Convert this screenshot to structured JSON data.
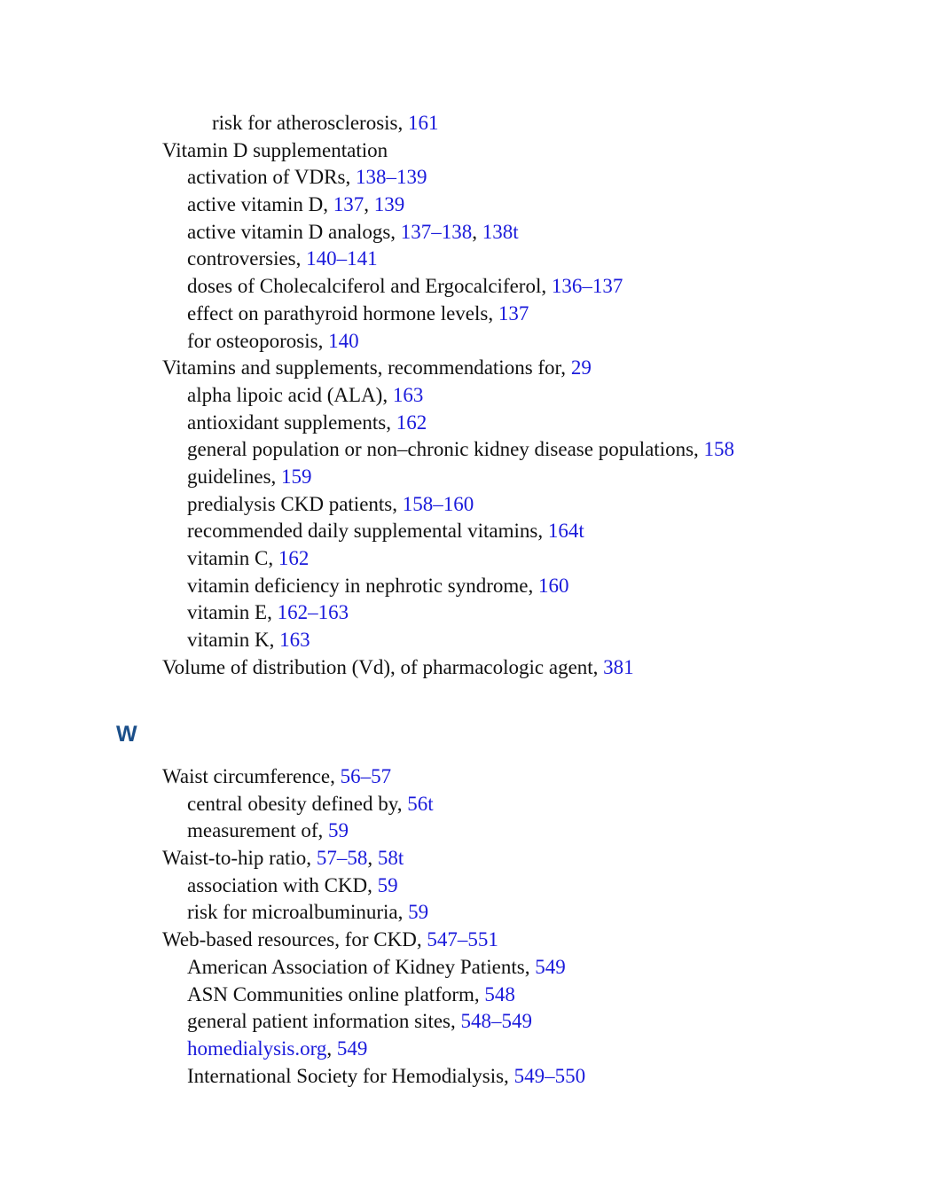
{
  "colors": {
    "link": "#1a1adb",
    "heading": "#1b4f8a",
    "text": "#111111"
  },
  "top_entries": [
    {
      "level": 3,
      "term": "risk for atherosclerosis, ",
      "refs": [
        "161"
      ]
    },
    {
      "level": 1,
      "term": "Vitamin D supplementation",
      "refs": []
    },
    {
      "level": 2,
      "term": "activation of VDRs, ",
      "refs": [
        "138–139"
      ]
    },
    {
      "level": 2,
      "term": "active vitamin D, ",
      "refs": [
        "137",
        "139"
      ]
    },
    {
      "level": 2,
      "term": "active vitamin D analogs, ",
      "refs": [
        "137–138",
        "138t"
      ]
    },
    {
      "level": 2,
      "term": "controversies, ",
      "refs": [
        "140–141"
      ]
    },
    {
      "level": 2,
      "term": "doses of Cholecalciferol and Ergocalciferol, ",
      "refs": [
        "136–137"
      ]
    },
    {
      "level": 2,
      "term": "effect on parathyroid hormone levels, ",
      "refs": [
        "137"
      ]
    },
    {
      "level": 2,
      "term": "for osteoporosis, ",
      "refs": [
        "140"
      ]
    },
    {
      "level": 1,
      "term": "Vitamins and supplements, recommendations for, ",
      "refs": [
        "29"
      ]
    },
    {
      "level": 2,
      "term": "alpha lipoic acid (ALA), ",
      "refs": [
        "163"
      ]
    },
    {
      "level": 2,
      "term": "antioxidant supplements, ",
      "refs": [
        "162"
      ]
    },
    {
      "level": 2,
      "term": "general population or non–chronic kidney disease populations, ",
      "refs": [
        "158"
      ]
    },
    {
      "level": 2,
      "term": "guidelines, ",
      "refs": [
        "159"
      ]
    },
    {
      "level": 2,
      "term": "predialysis CKD patients, ",
      "refs": [
        "158–160"
      ]
    },
    {
      "level": 2,
      "term": "recommended daily supplemental vitamins, ",
      "refs": [
        "164t"
      ]
    },
    {
      "level": 2,
      "term": "vitamin C, ",
      "refs": [
        "162"
      ]
    },
    {
      "level": 2,
      "term": "vitamin deficiency in nephrotic syndrome, ",
      "refs": [
        "160"
      ]
    },
    {
      "level": 2,
      "term": "vitamin E, ",
      "refs": [
        "162–163"
      ]
    },
    {
      "level": 2,
      "term": "vitamin K, ",
      "refs": [
        "163"
      ]
    },
    {
      "level": 1,
      "term": "Volume of distribution (Vd), of pharmacologic agent, ",
      "refs": [
        "381"
      ]
    }
  ],
  "section_heading": "W",
  "w_entries": [
    {
      "level": 1,
      "term": "Waist circumference, ",
      "refs": [
        "56–57"
      ]
    },
    {
      "level": 2,
      "term": "central obesity defined by, ",
      "refs": [
        "56t"
      ]
    },
    {
      "level": 2,
      "term": "measurement of, ",
      "refs": [
        "59"
      ]
    },
    {
      "level": 1,
      "term": "Waist-to-hip ratio, ",
      "refs": [
        "57–58",
        "58t"
      ]
    },
    {
      "level": 2,
      "term": "association with CKD, ",
      "refs": [
        "59"
      ]
    },
    {
      "level": 2,
      "term": "risk for microalbuminuria, ",
      "refs": [
        "59"
      ]
    },
    {
      "level": 1,
      "term": "Web-based resources, for CKD, ",
      "refs": [
        "547–551"
      ]
    },
    {
      "level": 2,
      "term": "American Association of Kidney Patients, ",
      "refs": [
        "549"
      ]
    },
    {
      "level": 2,
      "term": "ASN Communities online platform, ",
      "refs": [
        "548"
      ]
    },
    {
      "level": 2,
      "term": "general patient information sites, ",
      "refs": [
        "548–549"
      ]
    },
    {
      "level": 2,
      "link_term": "homedialysis.org",
      "term": ", ",
      "refs": [
        "549"
      ]
    },
    {
      "level": 2,
      "term": "International Society for Hemodialysis, ",
      "refs": [
        "549–550"
      ]
    }
  ]
}
